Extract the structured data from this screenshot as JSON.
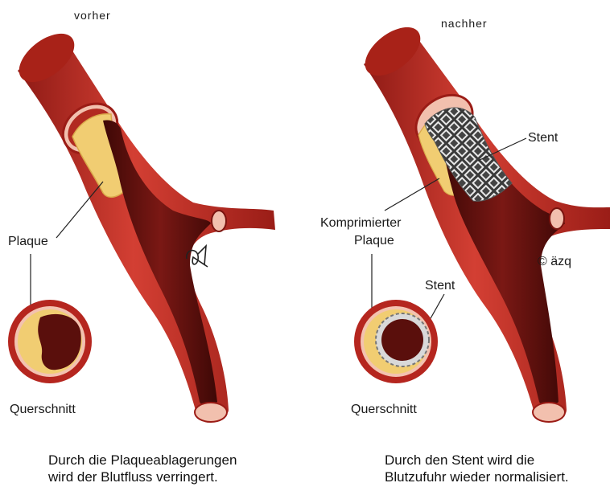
{
  "before": {
    "heading": "vorher",
    "label_plaque": "Plaque",
    "label_cross_section": "Querschnitt",
    "caption_line1": "Durch die Plaqueablagerungen",
    "caption_line2": "wird der Blutfluss verringert."
  },
  "after": {
    "heading": "nachher",
    "label_stent": "Stent",
    "label_compressed_line1": "Komprimierter",
    "label_compressed_line2": "Plaque",
    "label_stent_cross": "Stent",
    "label_cross_section": "Querschnitt",
    "copyright": "© äzq",
    "caption_line1": "Durch den Stent wird die",
    "caption_line2": "Blutzufuhr wieder normalisiert."
  },
  "colors": {
    "vessel_outer": "#b5261f",
    "vessel_wall": "#d8473b",
    "vessel_inner_light": "#f3c2b0",
    "lumen": "#5a0f0c",
    "plaque": "#f1cd72",
    "stent": "#cfcfcf"
  },
  "icons": [
    "signature-mark"
  ]
}
